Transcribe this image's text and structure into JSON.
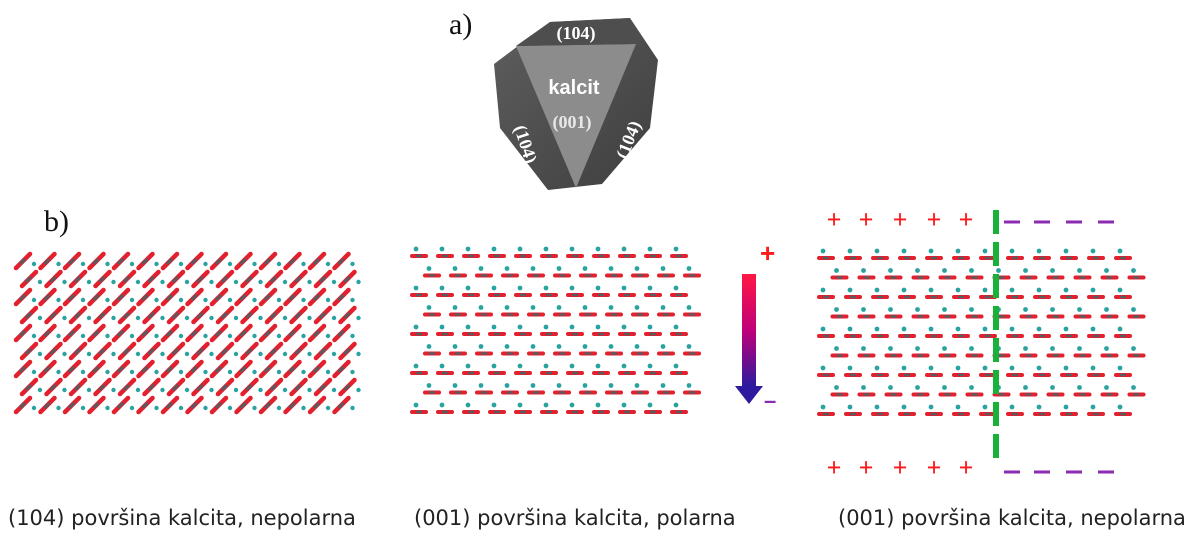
{
  "panel_a": {
    "label": "a)",
    "crystal_name": "kalcit",
    "face_top": "(104)",
    "face_center": "(001)",
    "face_left": "(104)",
    "face_right": "(104)"
  },
  "panel_b": {
    "label": "b)",
    "plus_sign": "+",
    "minus_sign": "–",
    "captions": [
      "(104) površina kalcita, nepolarna",
      "(001) površina kalcita, polarna",
      "(001) površina kalcita, nepolarna"
    ]
  },
  "colors": {
    "oxygen_red": "#e2202e",
    "carbon_dark": "#5a5a60",
    "calcium_teal": "#2aa3a0",
    "plus_red": "#ff1a1a",
    "minus_purple": "#8a2bb0",
    "divider_green": "#18b23a",
    "crystal_light": "#8c8c8c",
    "crystal_dark": "#4a4a4a"
  }
}
